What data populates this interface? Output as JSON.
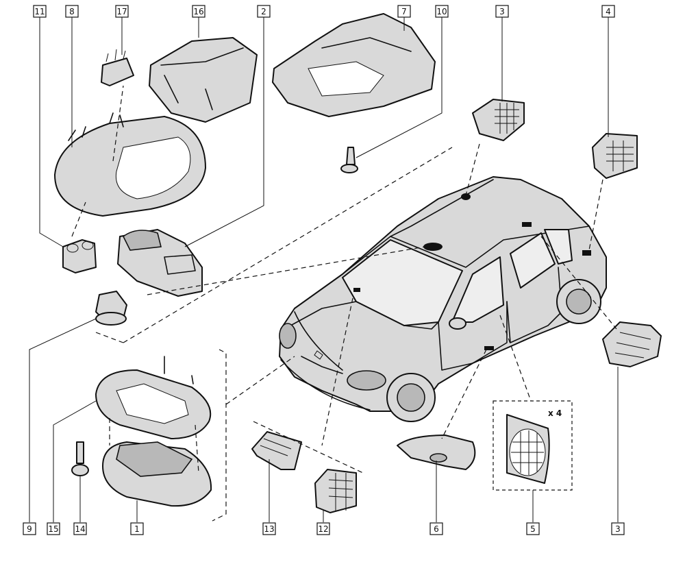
{
  "callouts": {
    "c11": "11",
    "c8": "8",
    "c17": "17",
    "c16": "16",
    "c2": "2",
    "c7": "7",
    "c10": "10",
    "c3_top": "3",
    "c4": "4",
    "c9": "9",
    "c15": "15",
    "c14": "14",
    "c1": "1",
    "c13": "13",
    "c12": "12",
    "c6": "6",
    "c5": "5",
    "c3_bottom": "3"
  },
  "quantity_note": "x 4"
}
